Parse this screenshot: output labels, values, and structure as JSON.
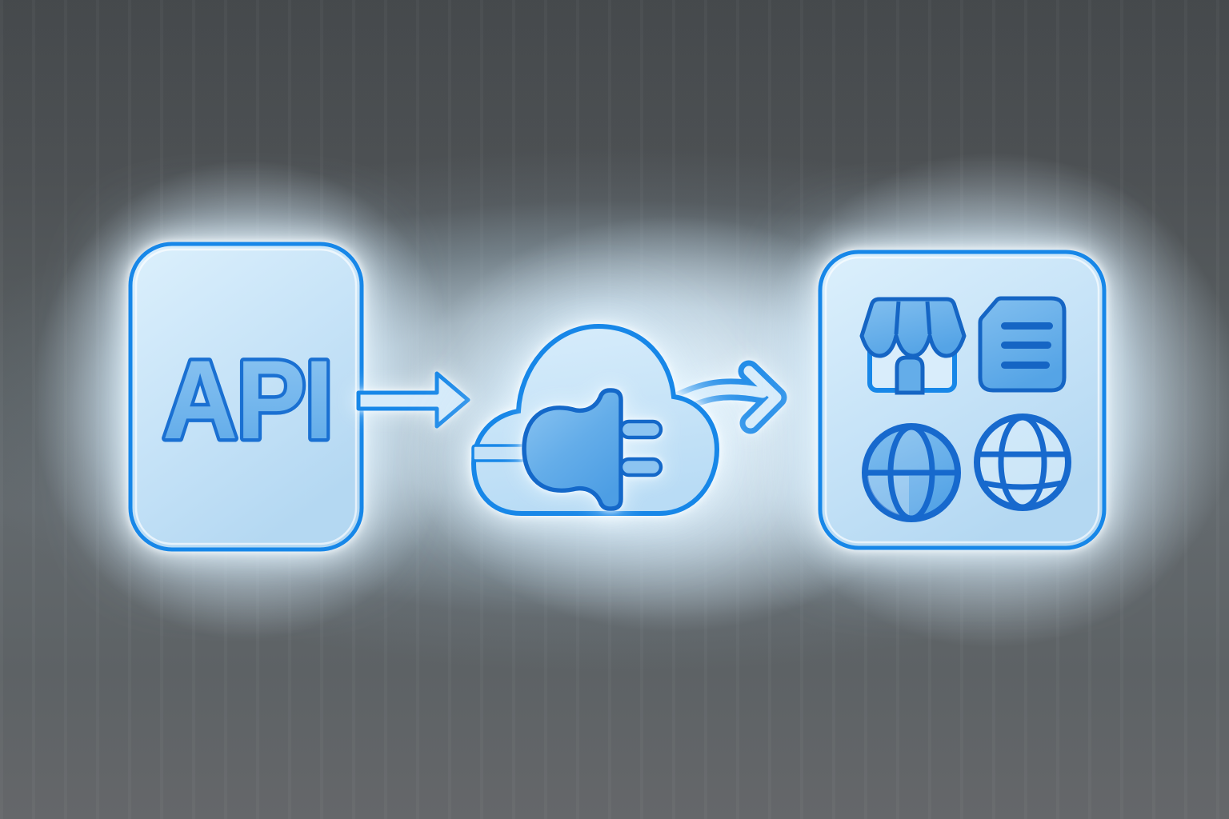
{
  "diagram": {
    "api_card": {
      "label": "API"
    },
    "nodes": [
      {
        "name": "api-card",
        "text": "API"
      },
      {
        "name": "cloud-plug-connector",
        "icons": [
          "cloud",
          "power-plug"
        ]
      },
      {
        "name": "services-panel",
        "icons": [
          "storefront",
          "document",
          "globe",
          "globe-grid"
        ]
      }
    ],
    "connectors": [
      "arrow-right",
      "arrow-right-curved"
    ]
  },
  "colors": {
    "outline_blue": "#1787e8",
    "icon_stroke_blue": "#1565c4",
    "node_fill_light": "#cfe8fa",
    "icon_fill_medium": "#64ade9",
    "api_text_fill": "#74b8ee",
    "background_gray": "#54585b",
    "glow_white": "#eef7fd"
  }
}
